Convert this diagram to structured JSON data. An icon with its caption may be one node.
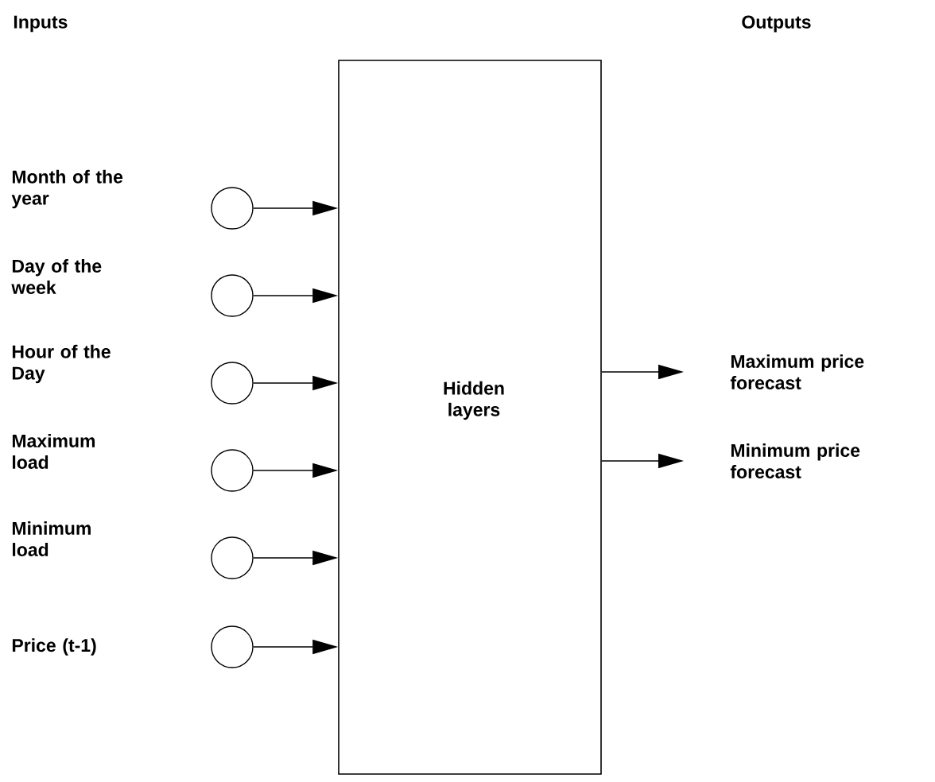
{
  "diagram": {
    "nodes": [
      {
        "text": [],
        "shape": "circle"
      },
      {
        "text": [],
        "shape": "circle"
      },
      {
        "text": [],
        "shape": "circle"
      },
      {
        "text": [],
        "shape": "circle"
      },
      {
        "text": [],
        "shape": "circle"
      },
      {
        "text": [],
        "shape": "circle"
      },
      {
        "text": [
          "Hidden layers"
        ]
      },
      {
        "text": [
          "Maximum price forecast"
        ]
      },
      {
        "text": [
          "Minimum price forecast"
        ]
      }
    ],
    "edges": [
      {
        "from": 0,
        "to": 6,
        "arrow": "to"
      },
      {
        "from": 1,
        "to": 6,
        "arrow": "to"
      },
      {
        "from": 2,
        "to": 6,
        "arrow": "to"
      },
      {
        "from": 3,
        "to": 6,
        "arrow": "to"
      },
      {
        "from": 4,
        "to": 6,
        "arrow": "to"
      },
      {
        "from": 5,
        "to": 6,
        "arrow": "to"
      },
      {
        "from": 6,
        "to": 7,
        "arrow": "to"
      },
      {
        "from": 6,
        "to": 8,
        "arrow": "to"
      }
    ],
    "labels": [
      "Inputs",
      "Outputs",
      "Month of the year",
      "Day of the week",
      "Hour of the Day",
      "Maximum load",
      "Minimum load",
      "Price (t-1)"
    ]
  }
}
